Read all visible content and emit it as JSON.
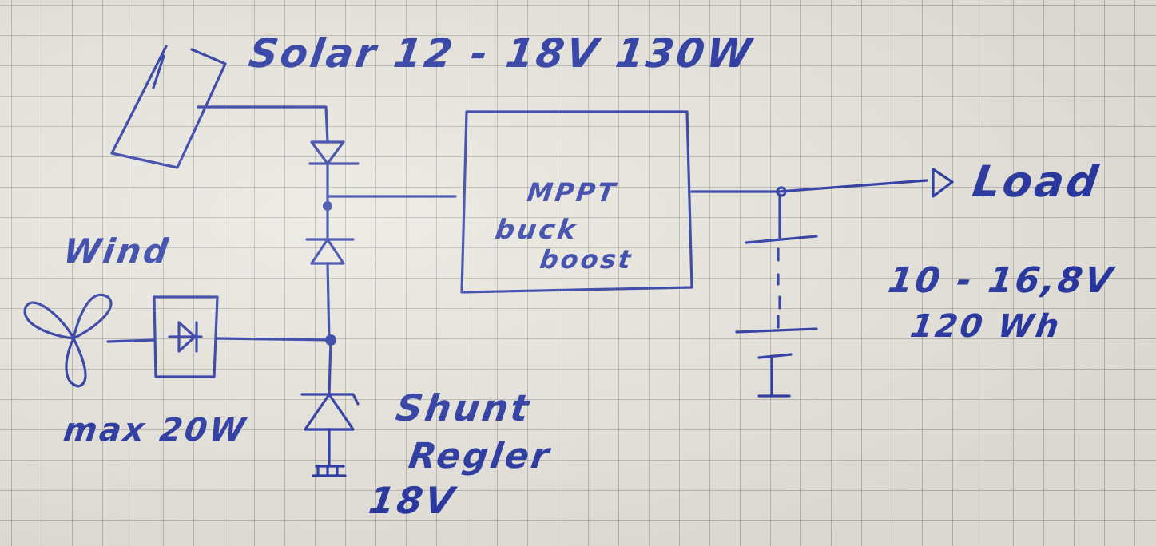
{
  "labels": {
    "solar": "Solar 12 - 18V 130W",
    "mppt_line1": "MPPT",
    "mppt_line2": "buck",
    "mppt_line3": "boost",
    "load": "Load",
    "wind": "Wind",
    "wind_power": "max 20W",
    "shunt_line1": "Shunt",
    "shunt_line2": "Regler",
    "shunt_line3": "18V",
    "battery_voltage": "10 - 16,8V",
    "battery_capacity": "120 Wh"
  },
  "colors": {
    "ink": "#1f2fa0",
    "paper": "#e8e5dd"
  }
}
